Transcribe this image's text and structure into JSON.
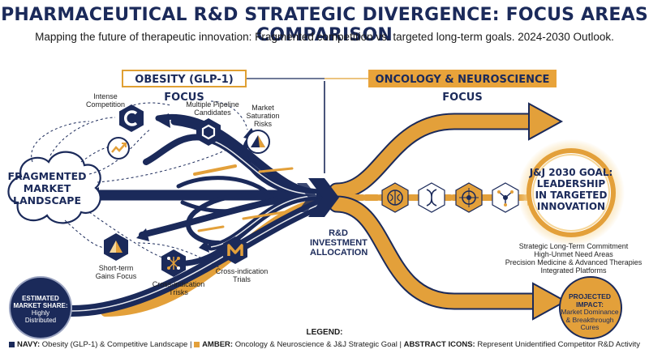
{
  "title": "PHARMACEUTICAL R&D STRATEGIC DIVERGENCE: FOCUS AREAS COMPARISON",
  "subtitle": "Mapping the future of therapeutic innovation: Fragmented competition vs. targeted long-term goals. 2024-2030 Outlook.",
  "headers": {
    "left": "OBESITY (GLP-1) FOCUS",
    "right": "ONCOLOGY & NEUROSCIENCE FOCUS"
  },
  "left_nodes": {
    "intense_competition": [
      "Intense",
      "Competition"
    ],
    "multiple_pipeline": [
      "Multiple Pipeline",
      "Candidates"
    ],
    "market_saturation": [
      "Market",
      "Saturation",
      "Risks"
    ],
    "short_term": [
      "Short-term",
      "Gains Focus"
    ],
    "cross_indication_risks": [
      "Cross-indication",
      "Trisks"
    ],
    "cross_indication_trials": [
      "Cross-indication",
      "Trials"
    ]
  },
  "fragmented": [
    "FRAGMENTED",
    "MARKET",
    "LANDSCAPE"
  ],
  "allocation": [
    "R&D",
    "INVESTMENT",
    "ALLOCATION"
  ],
  "goal": {
    "lines": [
      "J&J 2030 GOAL:",
      "LEADERSHIP",
      "IN TARGETED",
      "INNOVATION"
    ],
    "list": [
      "Strategic Long-Term Commitment",
      "High-Unmet Need Areas",
      "Precision Medicine & Advanced Therapies",
      "Integrated Platforms"
    ]
  },
  "market_share": {
    "title": [
      "ESTIMATED",
      "MARKET SHARE:"
    ],
    "value": [
      "Highly",
      "Distributed"
    ]
  },
  "impact": {
    "title": [
      "PROJECTED",
      "IMPACT:"
    ],
    "value": [
      "Market Dominance",
      "& Breakthrough",
      "Cures"
    ]
  },
  "legend": {
    "title": "LEGEND:",
    "navy_key": "NAVY:",
    "navy_text": "Obesity (GLP-1) & Competitive Landscape",
    "amber_key": "AMBER:",
    "amber_text": "Oncology & Neuroscience & J&J Strategic Goal",
    "icons_key": "ABSTRACT ICONS:",
    "icons_text": "Represent Unidentified Competitor R&D Activity",
    "separator": "|"
  },
  "colors": {
    "navy": "#1b2a5a",
    "amber": "#e3a03a",
    "amber_light": "#f6d79a"
  },
  "icons": {
    "left": [
      "c-shape-icon",
      "trend-arrow-icon",
      "hexagon-cube-icon",
      "pyramid-chart-icon",
      "triangle-icon",
      "molecule-network-icon",
      "m-letter-icon"
    ],
    "right": [
      "brain-icon",
      "dna-icon",
      "target-icon",
      "network-node-icon"
    ]
  }
}
